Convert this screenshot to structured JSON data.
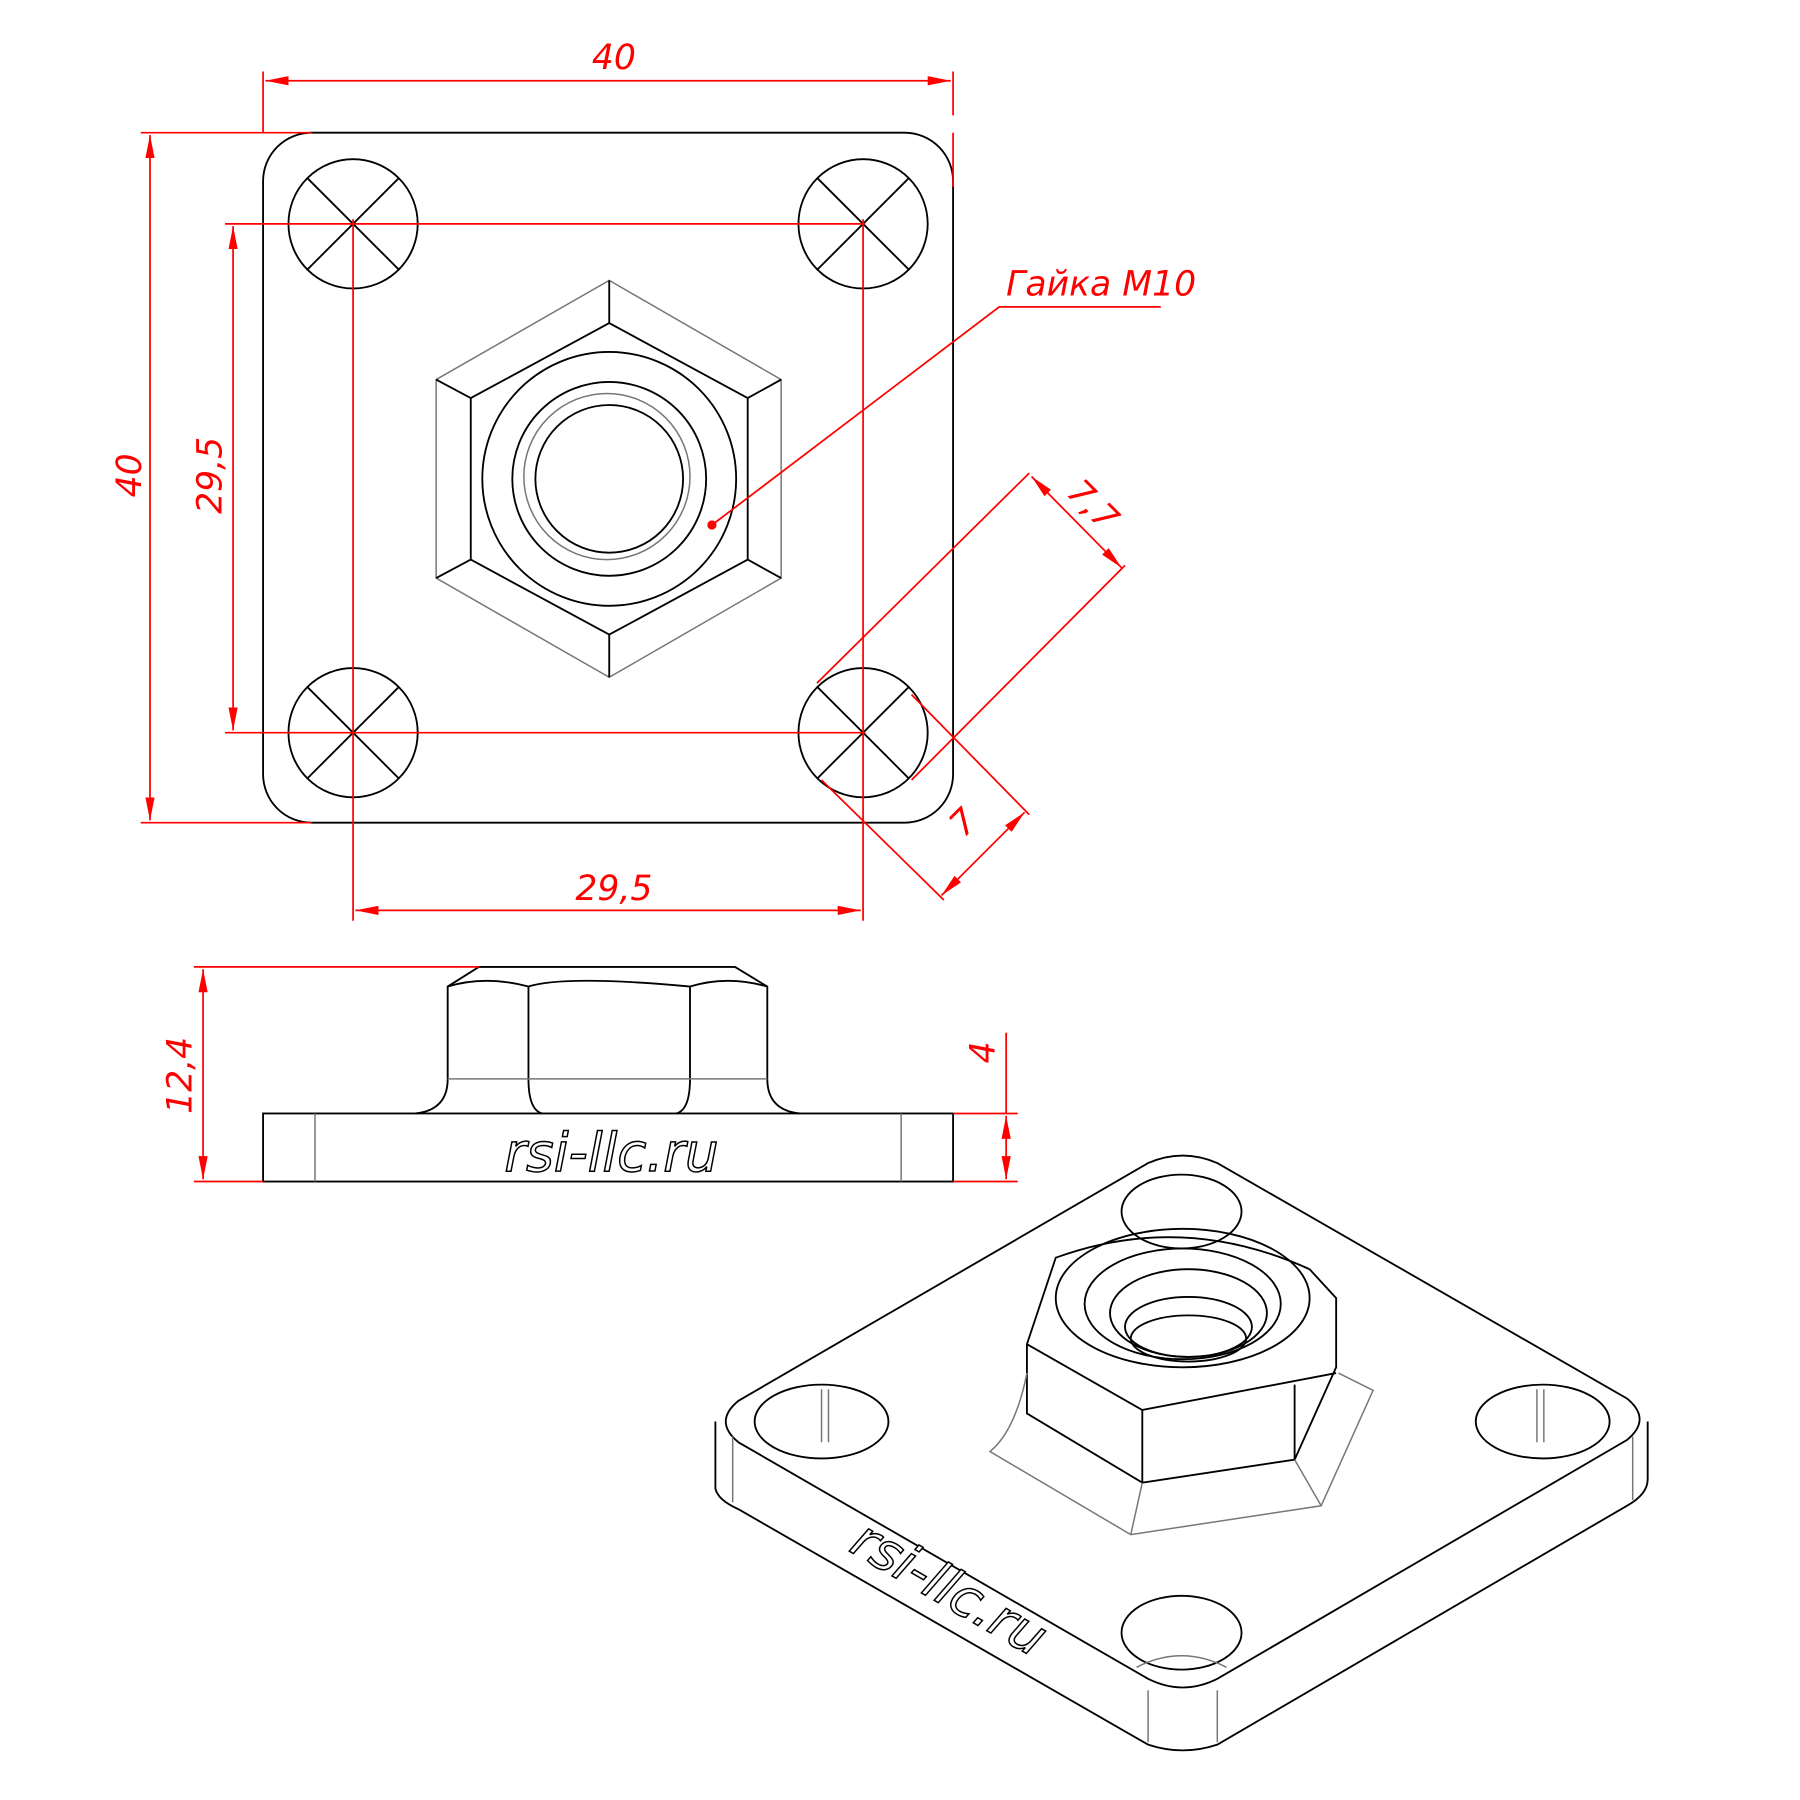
{
  "drawing": {
    "dimensions": {
      "plate_width": "40",
      "plate_height": "40",
      "hole_spacing_vertical": "29,5",
      "hole_spacing_horizontal": "29,5",
      "hole_diameter_offset": "7,7",
      "edge_offset": "7",
      "total_height": "12,4",
      "plate_thickness": "4"
    },
    "callout": "Гайка М10",
    "logo_text_side": "rsi-llc.ru",
    "logo_text_iso": "rsi-llc.ru",
    "colors": {
      "dimension": "#ff0000",
      "outline": "#000000"
    }
  }
}
